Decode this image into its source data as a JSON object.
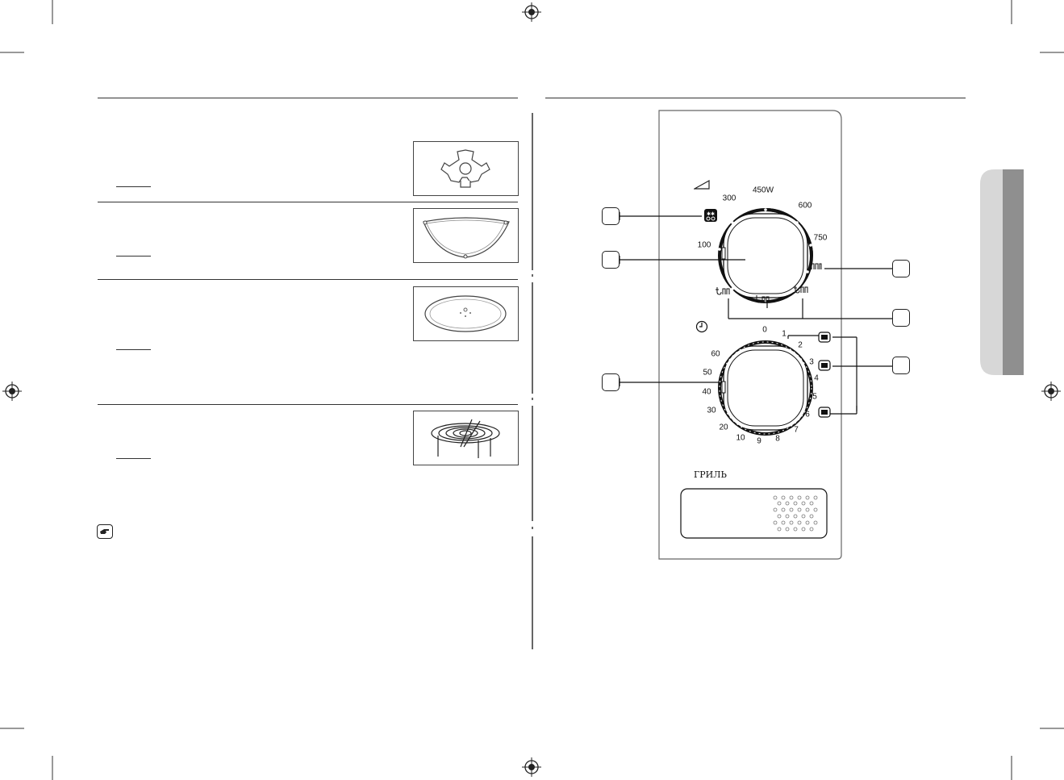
{
  "panel": {
    "power_labels": [
      "300",
      "450W",
      "600",
      "100",
      "750"
    ],
    "timer_labels": [
      "0",
      "1",
      "2",
      "3",
      "4",
      "5",
      "6",
      "7",
      "8",
      "9",
      "10",
      "20",
      "30",
      "40",
      "50",
      "60"
    ],
    "grill_label": "ГРИЛЬ"
  }
}
